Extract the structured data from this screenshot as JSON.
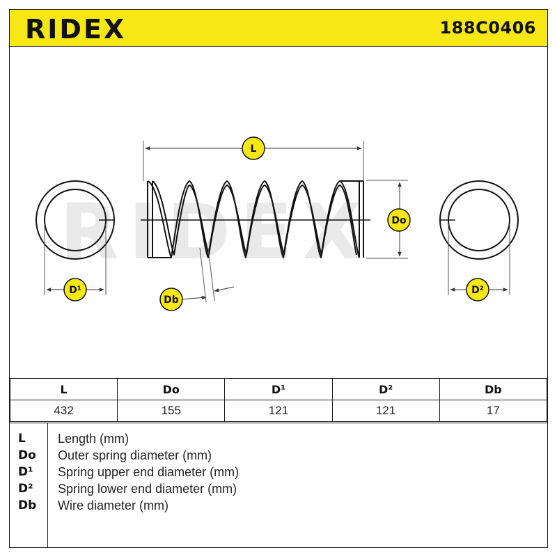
{
  "header": {
    "brand": "RIDEX",
    "part_number": "188C0406",
    "background_color": "#f7e815"
  },
  "diagram": {
    "watermark": "RIDEX",
    "labels": {
      "length": "L",
      "outer_diameter": "Do",
      "upper_diameter": "D¹",
      "lower_diameter": "D²",
      "wire_diameter": "Db"
    },
    "badge_color": "#f7e815"
  },
  "dimensions_table": {
    "headers": [
      "L",
      "Do",
      "D¹",
      "D²",
      "Db"
    ],
    "values": [
      "432",
      "155",
      "121",
      "121",
      "17"
    ]
  },
  "legend": [
    {
      "key": "L",
      "description": "Length (mm)"
    },
    {
      "key": "Do",
      "description": "Outer spring diameter (mm)"
    },
    {
      "key": "D¹",
      "description": "Spring upper end diameter (mm)"
    },
    {
      "key": "D²",
      "description": "Spring lower end diameter (mm)"
    },
    {
      "key": "Db",
      "description": "Wire diameter (mm)"
    }
  ]
}
